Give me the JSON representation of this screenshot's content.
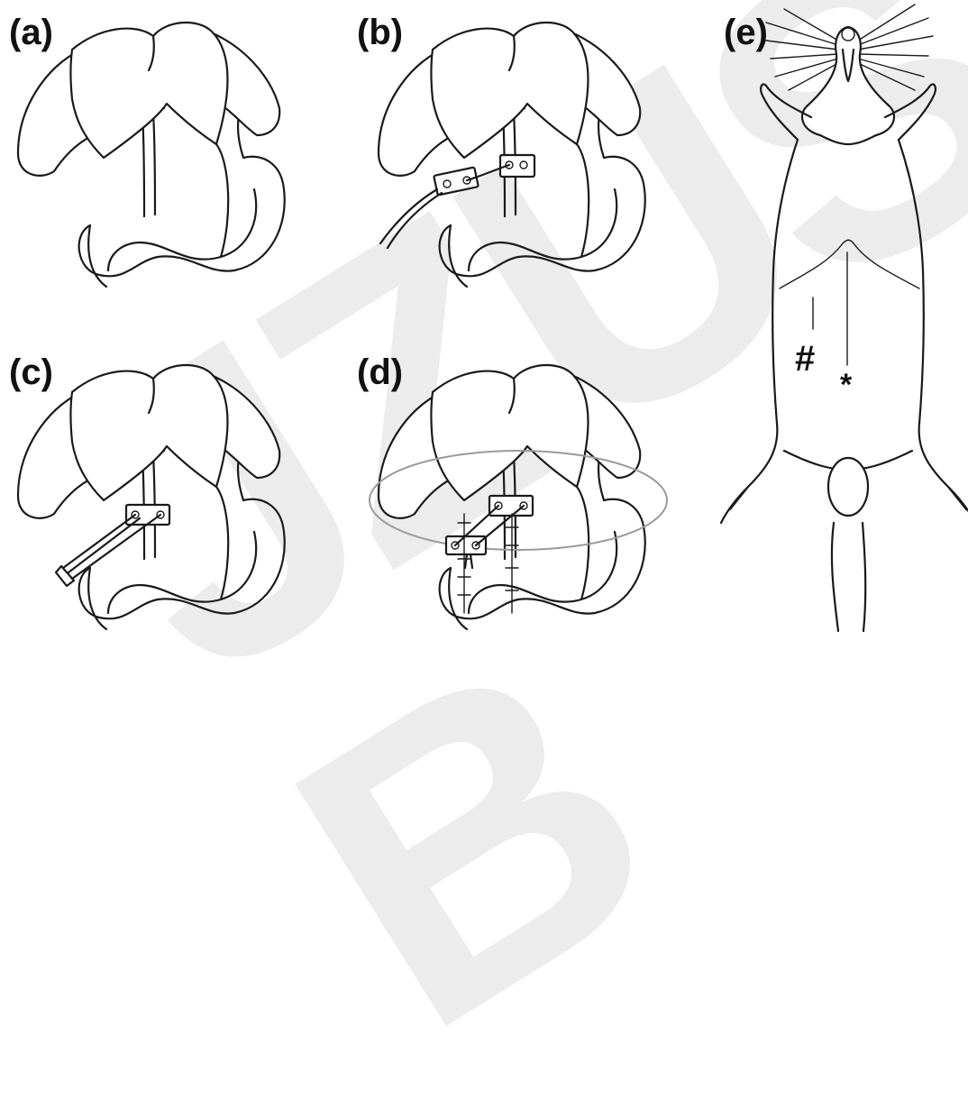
{
  "panels": [
    {
      "label": "(a)"
    },
    {
      "label": "(b)"
    },
    {
      "label": "(c)"
    },
    {
      "label": "(d)"
    },
    {
      "label": "(e)"
    }
  ],
  "markers": {
    "hash": "#",
    "star": "*"
  },
  "watermark": "JZUS-B",
  "colors": {
    "ink": "#1a1a1a",
    "watermark": "#ececec",
    "suture": "#9a9a9a"
  }
}
